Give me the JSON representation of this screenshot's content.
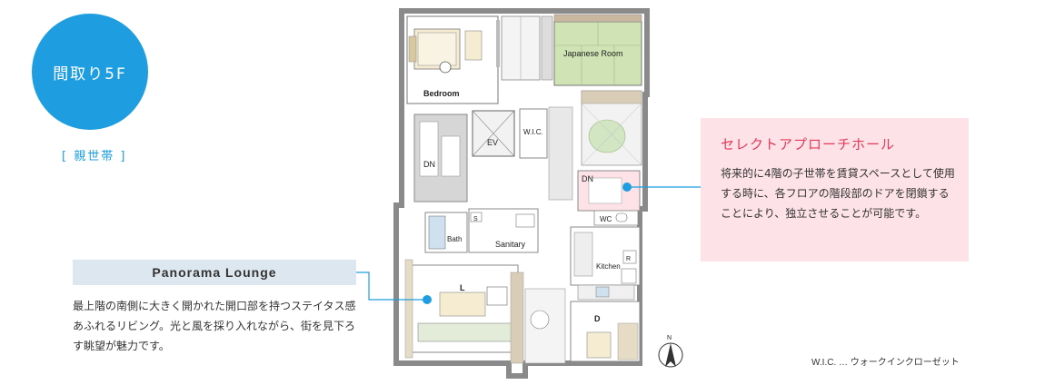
{
  "floor_badge": "間取り5F",
  "household": "[ 親世帯 ]",
  "rooms": {
    "bedroom": "Bedroom",
    "japanese_room": "Japanese Room",
    "wic": "W.I.C.",
    "ev": "EV",
    "dn_left": "DN",
    "dn_right": "DN",
    "wc": "WC",
    "bath": "Bath",
    "s": "S",
    "sanitary": "Sanitary",
    "r": "R",
    "kitchen": "Kitchen",
    "living": "L",
    "dining": "D",
    "north": "N"
  },
  "panorama": {
    "title": "Panorama Lounge",
    "description": "最上階の南側に大きく開かれた開口部を持つステイタス感あふれるリビング。光と風を採り入れながら、街を見下ろす眺望が魅力です。"
  },
  "select_hall": {
    "title": "セレクトアプローチホール",
    "description": "将来的に4階の子世帯を賃貸スペースとして使用する時に、各フロアの階段部のドアを閉鎖することにより、独立させることが可能です。"
  },
  "legend": "W.I.C. … ウォークインクローゼット",
  "colors": {
    "accent_blue": "#1e9ee0",
    "hall_pink": "#fde3e8",
    "hall_title": "#e23a5a",
    "tatami_green": "#cfe3b4",
    "wall_gray": "#8a8a8a"
  }
}
